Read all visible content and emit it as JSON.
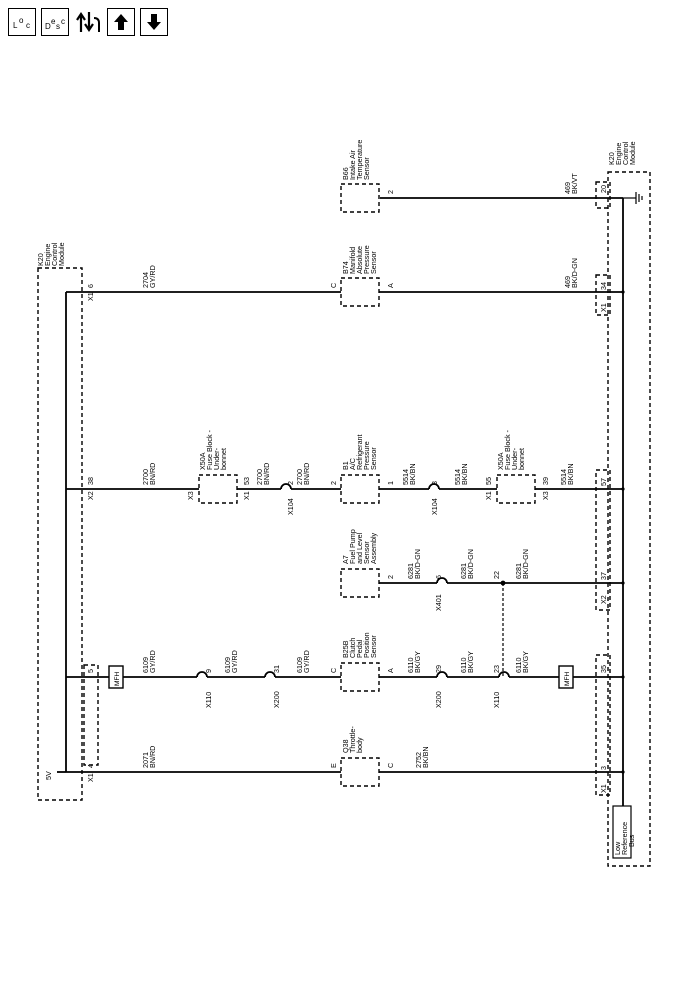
{
  "toolbar": {
    "loc": {
      "main": "L",
      "sub1": "o",
      "sub2": "c"
    },
    "desc": {
      "main": "D",
      "sub1": "e",
      "sub2": "s",
      "sub3": "c"
    },
    "icons": [
      "connector-swap-icon",
      "arrow-up-icon",
      "arrow-down-icon"
    ]
  },
  "modules": {
    "ecm_left": [
      "K20",
      "Engine",
      "Control",
      "Module"
    ],
    "ecm_right": [
      "K20",
      "Engine",
      "Control",
      "Module"
    ],
    "five_v": "5V",
    "low_ref": [
      "Low",
      "Reference",
      "Bus"
    ],
    "mfh": "MFH"
  },
  "left_pins": {
    "x1_top": "X1",
    "p6": "6",
    "x2": "X2",
    "p38": "38",
    "p5": "5",
    "x1_bot": "X1",
    "p4": "4"
  },
  "right_pins": {
    "p20": "20",
    "x1_a": "X1",
    "p34": "34",
    "p57": "57",
    "x2": "X2",
    "p37": "37",
    "p35": "35",
    "x1_b": "X1",
    "p3": "3"
  },
  "components": {
    "b66": [
      "B66",
      "Intake Air",
      "Temperature",
      "Sensor"
    ],
    "b74": [
      "B74",
      "Manifold",
      "Absolute",
      "Pressure",
      "Sensor"
    ],
    "b1": [
      "B1",
      "A/C",
      "Refrigerant",
      "Pressure",
      "Sensor"
    ],
    "a7": [
      "A7",
      "Fuel Pump",
      "and Level",
      "Sensor",
      "Assembly"
    ],
    "b25b": [
      "B25B",
      "Clutch",
      "Pedal",
      "Position",
      "Sensor"
    ],
    "q38": [
      "Q38",
      "Throttle-",
      "body"
    ],
    "x50a_left": [
      "X50A",
      "Fuse Block -",
      "Under-",
      "bonnet"
    ],
    "x50a_right": [
      "X50A",
      "Fuse Block -",
      "Under-",
      "bonnet"
    ]
  },
  "component_pins": {
    "b66_2": "2",
    "b74_c": "C",
    "b74_a": "A",
    "b1_2": "2",
    "b1_1": "1",
    "a7_2": "2",
    "b25b_c": "C",
    "b25b_a": "A",
    "q38_e": "E",
    "q38_c": "C",
    "x50l_x3": "X3",
    "x50l_x1": "X1",
    "x50l_53": "53",
    "x50r_x1": "X1",
    "x50r_55": "55",
    "x50r_x3": "X3",
    "x50r_39": "39"
  },
  "wires": {
    "w469_vt": [
      "469",
      "BK/VT"
    ],
    "w2704": [
      "2704",
      "GY/RD"
    ],
    "w469_gn": [
      "469",
      "BK/D-GN"
    ],
    "w2700_a": [
      "2700",
      "BN/RD"
    ],
    "w2700_b": [
      "2700",
      "BN/RD"
    ],
    "w2700_c": [
      "2700",
      "BN/RD"
    ],
    "w5514_a": [
      "5514",
      "BK/BN"
    ],
    "w5514_b": [
      "5514",
      "BK/BN"
    ],
    "w5514_c": [
      "5514",
      "BK/BN"
    ],
    "w6281_a": [
      "6281",
      "BK/D-GN"
    ],
    "w6281_b": [
      "6281",
      "BK/D-GN"
    ],
    "w6281_c": [
      "6281",
      "BK/D-GN"
    ],
    "w6109_a": [
      "6109",
      "GY/RD"
    ],
    "w6109_b": [
      "6109",
      "GY/RD"
    ],
    "w6109_c": [
      "6109",
      "GY/RD"
    ],
    "w6110_a": [
      "6110",
      "BK/GY"
    ],
    "w6110_b": [
      "6110",
      "BK/GY"
    ],
    "w6110_c": [
      "6110",
      "BK/GY"
    ],
    "w2071": [
      "2071",
      "BN/RD"
    ],
    "w2752": [
      "2752",
      "BK/BN"
    ]
  },
  "connectors": {
    "x104_a": "X104",
    "x104_a_pin": "2",
    "x104_b": "X104",
    "x104_b_pin": "3",
    "x401": "X401",
    "x401_pin": "6",
    "x110_a": "X110",
    "x110_a_pin": "9",
    "x200_a": "X200",
    "x200_a_pin": "31",
    "x200_b": "X200",
    "x200_b_pin": "29",
    "x110_b": "X110",
    "x110_b_pin": "23",
    "p22": "22"
  }
}
